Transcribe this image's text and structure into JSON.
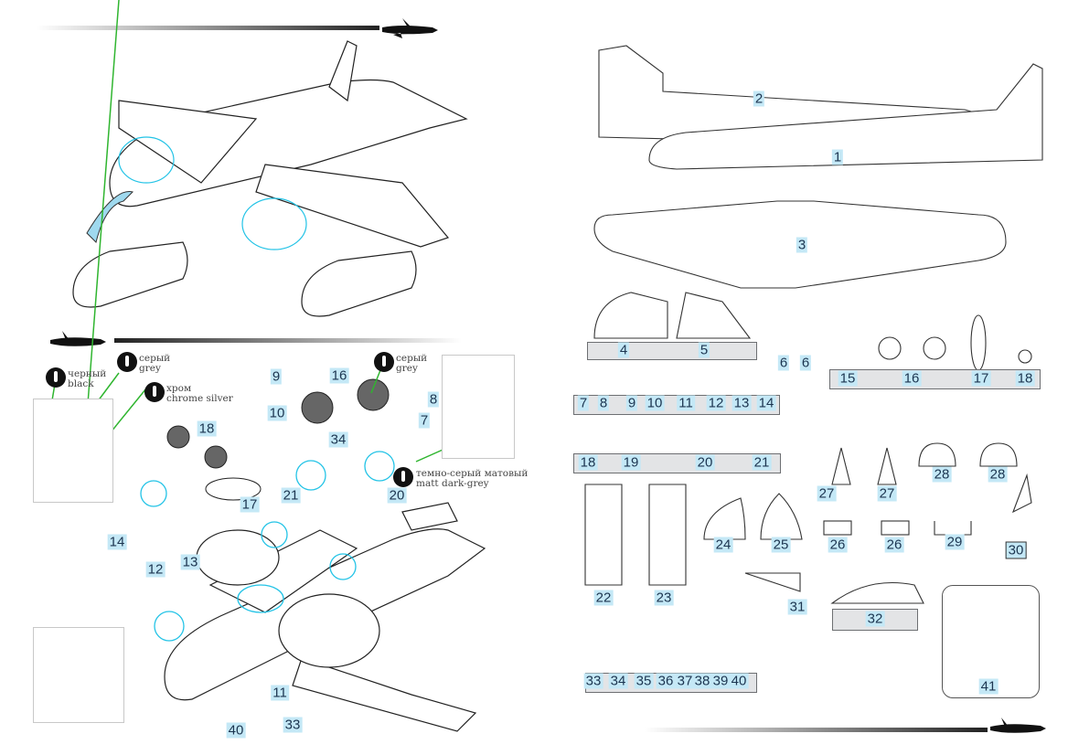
{
  "paints": [
    {
      "ru": "черный",
      "en": "black"
    },
    {
      "ru": "серый",
      "en": "grey"
    },
    {
      "ru": "хром",
      "en": "chrome silver"
    },
    {
      "ru": "серый",
      "en": "grey"
    },
    {
      "ru": "темно-серый матовый",
      "en": "matt dark-grey"
    }
  ],
  "left_labels": [
    "9",
    "16",
    "8",
    "10",
    "7",
    "18",
    "34",
    "21",
    "20",
    "17",
    "14",
    "12",
    "13",
    "11",
    "40",
    "33"
  ],
  "right_labels": [
    "2",
    "1",
    "3",
    "4",
    "5",
    "6",
    "6",
    "15",
    "16",
    "17",
    "18",
    "7",
    "8",
    "9",
    "10",
    "11",
    "12",
    "13",
    "14",
    "18",
    "19",
    "20",
    "21",
    "27",
    "27",
    "28",
    "28",
    "22",
    "23",
    "24",
    "25",
    "26",
    "26",
    "29",
    "30",
    "31",
    "32",
    "41",
    "33",
    "34",
    "35",
    "36",
    "37",
    "38",
    "39",
    "40"
  ],
  "colors": {
    "assembly": "#22c3e6",
    "label_bg": "#c4e8f6",
    "arrow": "#2fb52f"
  }
}
